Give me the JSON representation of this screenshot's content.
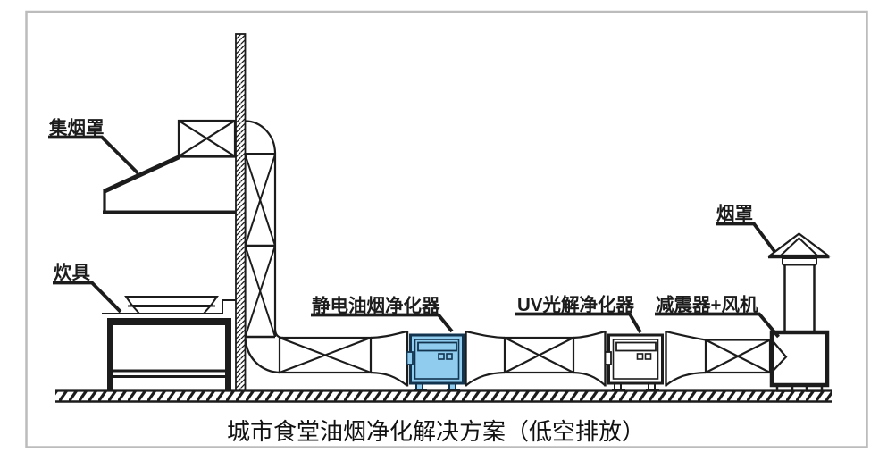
{
  "diagram": {
    "title": "城市食堂油烟净化解决方案（低空排放）",
    "labels": {
      "hood": "集烟罩",
      "cooker": "炊具",
      "esp": "静电油烟净化器",
      "uv": "UV光解净化器",
      "fan": "减震器+风机",
      "cap": "烟罩"
    },
    "colors": {
      "purifier_blue": "#8fccee",
      "purifier_stroke": "#12344f",
      "outline": "#1c1c1c",
      "frame_gray": "#bcbcbc"
    }
  }
}
